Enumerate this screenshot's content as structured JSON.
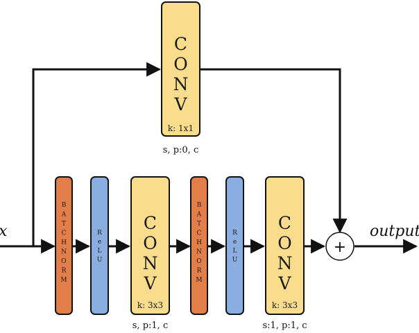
{
  "colors": {
    "conv": "#f9dd8c",
    "batchnorm": "#e17e4a",
    "relu": "#8aaee0",
    "stroke": "#111111"
  },
  "input_label": "x",
  "output_label": "output",
  "sum_symbol": "+",
  "shortcut": {
    "conv_label": "CONV",
    "kernel": "k: 1x1",
    "params": "s, p:0, c"
  },
  "main": {
    "bn1_label": "BATCHNORM",
    "relu1_label": "ReLU",
    "conv1": {
      "label": "CONV",
      "kernel": "k: 3x3",
      "params": "s, p:1, c"
    },
    "bn2_label": "BATCHNORM",
    "relu2_label": "ReLU",
    "conv2": {
      "label": "CONV",
      "kernel": "k: 3x3",
      "params": "s:1, p:1, c"
    }
  }
}
